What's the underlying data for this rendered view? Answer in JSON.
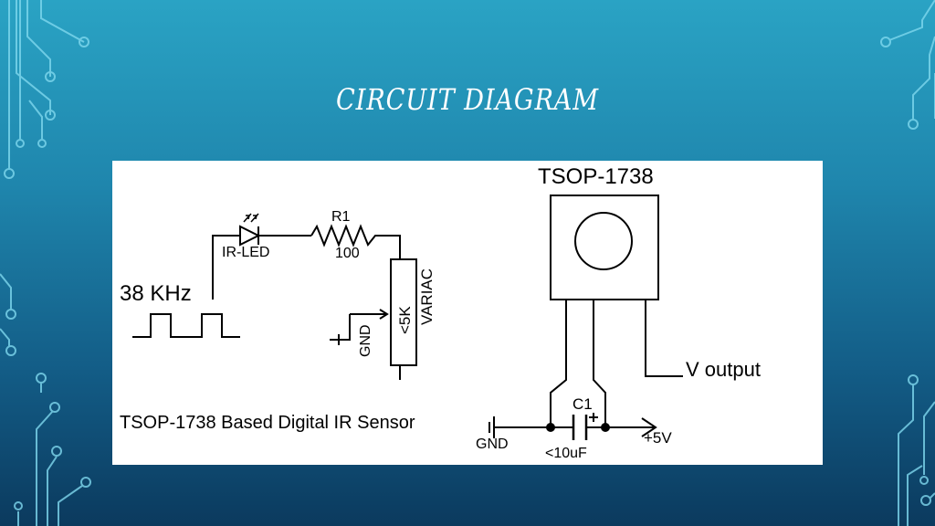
{
  "slide": {
    "title": "CIRCUIT DIAGRAM"
  },
  "diagram": {
    "transmitter": {
      "frequency_label": "38 KHz",
      "led_label": "IR-LED",
      "resistor_name": "R1",
      "resistor_value": "100",
      "pot_label": "VARIAC",
      "pot_value": "<5K",
      "gnd_label": "GND",
      "caption": "TSOP-1738 Based Digital IR Sensor"
    },
    "receiver": {
      "part_label": "TSOP-1738",
      "output_label": "V output",
      "cap_name": "C1",
      "cap_value": "<10uF",
      "gnd_label": "GND",
      "supply_label": "+5V"
    }
  },
  "colors": {
    "background_top": "#2aa3c4",
    "background_bottom": "#0b3a5e",
    "decoration": "#7fd8ee"
  }
}
